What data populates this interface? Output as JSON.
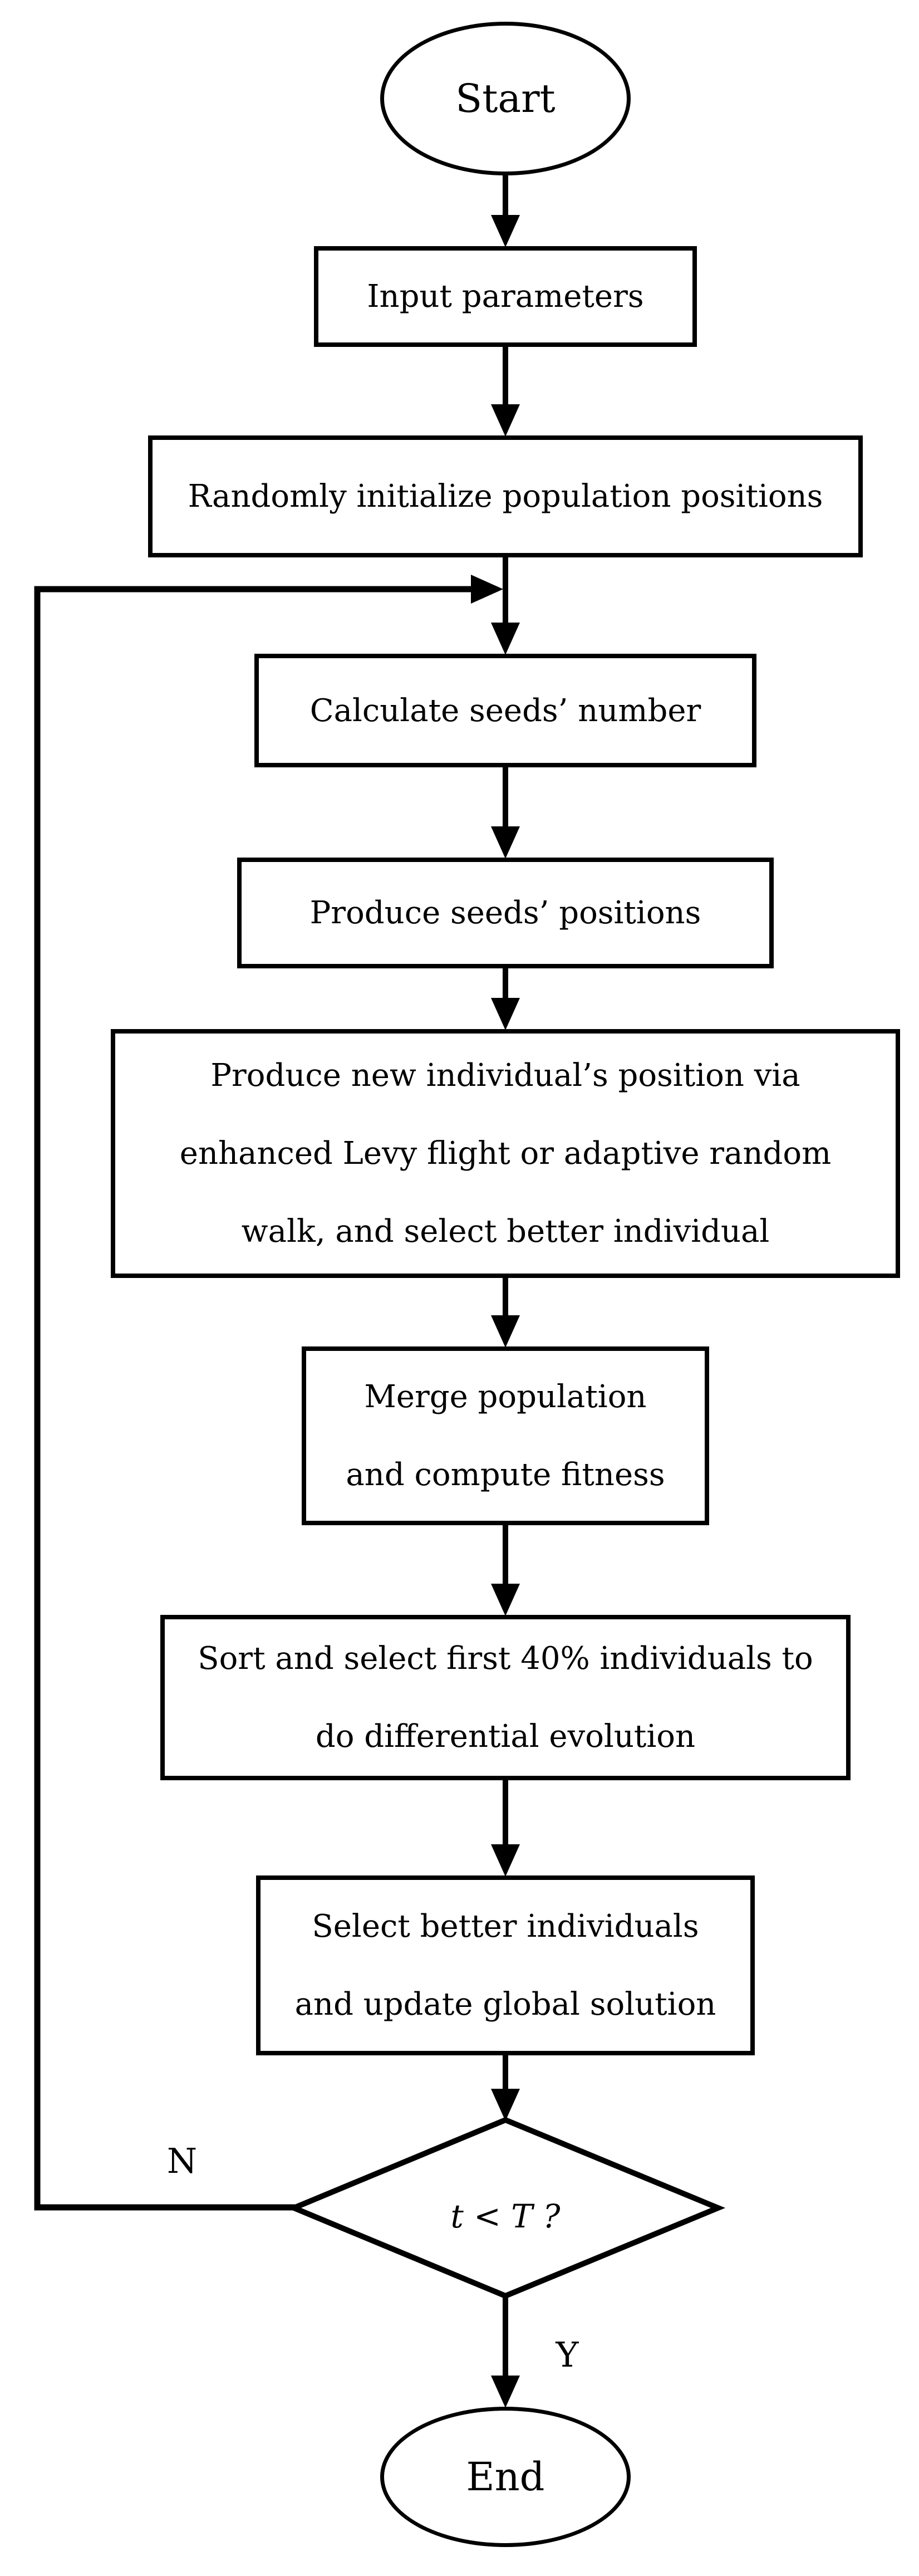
{
  "figure": {
    "type": "flowchart",
    "background_color": "#ffffff",
    "line_color": "#000000",
    "text_color": "#000000"
  },
  "nodes": {
    "start": {
      "shape": "terminal-ellipse",
      "label": "Start"
    },
    "input_params": {
      "shape": "process-rect",
      "label": "Input parameters"
    },
    "init_population": {
      "shape": "process-rect",
      "label": "Randomly initialize population positions"
    },
    "calc_seeds": {
      "shape": "process-rect",
      "label": "Calculate seeds’ number"
    },
    "produce_seeds": {
      "shape": "process-rect",
      "label": "Produce seeds’ positions"
    },
    "produce_new": {
      "shape": "process-rect",
      "lines": [
        "Produce new individual’s position via",
        "enhanced Levy flight or adaptive random",
        "walk, and select better individual"
      ]
    },
    "merge": {
      "shape": "process-rect",
      "lines": [
        "Merge population",
        "and compute fitness"
      ]
    },
    "sort": {
      "shape": "process-rect",
      "lines": [
        "Sort and select first 40% individuals to",
        "do differential evolution"
      ]
    },
    "select_better": {
      "shape": "process-rect",
      "lines": [
        "Select better individuals",
        "and update global solution"
      ]
    },
    "decision": {
      "shape": "decision-diamond",
      "label": "t < T ?"
    },
    "end": {
      "shape": "terminal-ellipse",
      "label": "End"
    }
  },
  "edge_labels": {
    "no": "N",
    "yes": "Y"
  }
}
